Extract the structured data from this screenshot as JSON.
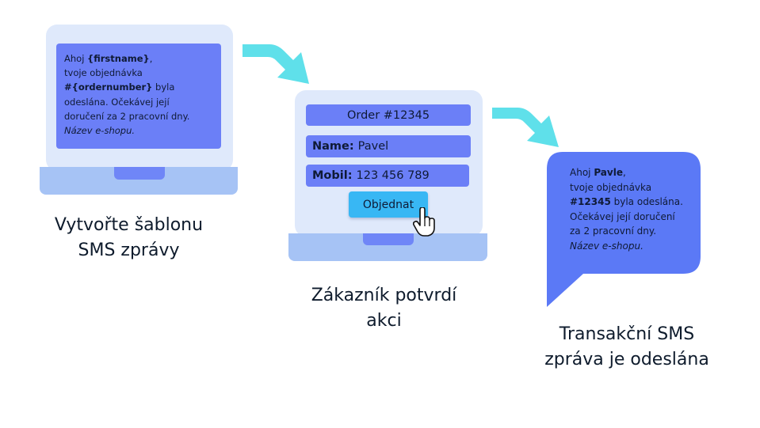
{
  "step1": {
    "template": {
      "greeting": "Ahoj ",
      "var_firstname": "{firstname}",
      "comma": ",",
      "line2": "tvoje objednávka",
      "hash": "#",
      "var_ordernumber": "{ordernumber}",
      "line3_rest": " byla",
      "line4": "odeslána. Očekávej její",
      "line5": "doručení za 2 pracovní dny.",
      "signature": "Název e-shopu."
    },
    "caption_line1": "Vytvořte šablonu",
    "caption_line2": "SMS zprávy"
  },
  "step2": {
    "order_title": "Order #12345",
    "name_label": "Name:",
    "name_value": "Pavel",
    "mobil_label": "Mobil:",
    "mobil_value": "123 456 789",
    "button_label": "Objednat",
    "caption_line1": "Zákazník potvrdí",
    "caption_line2": "akci"
  },
  "step3": {
    "sms": {
      "greeting": "Ahoj ",
      "name": "Pavle",
      "comma": ",",
      "line2": "tvoje objednávka",
      "order_number": "#12345",
      "line3_rest": " byla odeslána.",
      "line4": "Očekávej její doručení",
      "line5": "za 2 pracovní dny.",
      "signature": "Název e-shopu."
    },
    "caption_line1": "Transakční SMS",
    "caption_line2": "zpráva je odeslána"
  },
  "colors": {
    "screen": "#dfe9fb",
    "laptop_base": "#a6c3f5",
    "field": "#6b7ff7",
    "button": "#38b7f4",
    "bubble": "#5b79f6",
    "arrow": "#5fe0ea"
  },
  "icons": [
    "arrow-icon",
    "hand-pointer-icon",
    "chat-bubble-icon"
  ]
}
